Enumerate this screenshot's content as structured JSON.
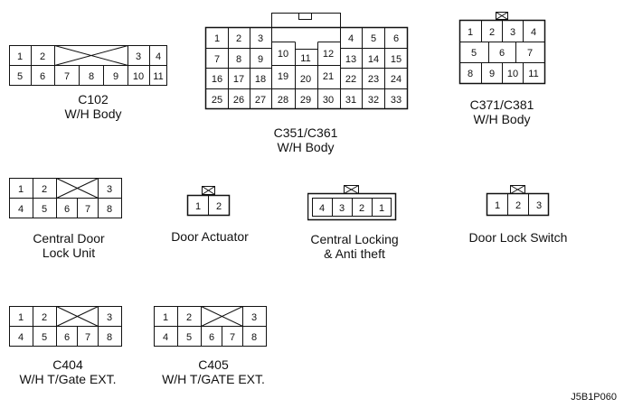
{
  "connectors": [
    {
      "id": "c102",
      "label": [
        "C102",
        "W/H Body"
      ],
      "pins": [
        "1",
        "2",
        "3",
        "4",
        "5",
        "6",
        "7",
        "8",
        "9",
        "10",
        "11"
      ]
    },
    {
      "id": "c351",
      "label": [
        "C351/C361",
        "W/H Body"
      ],
      "pins": [
        "1",
        "2",
        "3",
        "4",
        "5",
        "6",
        "7",
        "8",
        "9",
        "10",
        "11",
        "12",
        "13",
        "14",
        "15",
        "16",
        "17",
        "18",
        "19",
        "20",
        "21",
        "22",
        "23",
        "24",
        "25",
        "26",
        "27",
        "28",
        "29",
        "30",
        "31",
        "32",
        "33"
      ]
    },
    {
      "id": "c371",
      "label": [
        "C371/C381",
        "W/H Body"
      ],
      "pins": [
        "1",
        "2",
        "3",
        "4",
        "5",
        "6",
        "7",
        "8",
        "9",
        "10",
        "11"
      ]
    },
    {
      "id": "cdl",
      "label": [
        "Central Door",
        "Lock Unit"
      ],
      "pins": [
        "1",
        "2",
        "3",
        "4",
        "5",
        "6",
        "7",
        "8"
      ]
    },
    {
      "id": "act",
      "label": [
        "Door Actuator"
      ],
      "pins": [
        "1",
        "2"
      ]
    },
    {
      "id": "clat",
      "label": [
        "Central Locking",
        "& Anti theft"
      ],
      "pins": [
        "4",
        "3",
        "2",
        "1"
      ]
    },
    {
      "id": "dls",
      "label": [
        "Door Lock Switch"
      ],
      "pins": [
        "1",
        "2",
        "3"
      ]
    },
    {
      "id": "c404",
      "label": [
        "C404",
        "W/H T/Gate EXT."
      ],
      "pins": [
        "1",
        "2",
        "3",
        "4",
        "5",
        "6",
        "7",
        "8"
      ]
    },
    {
      "id": "c405",
      "label": [
        "C405",
        "W/H T/GATE EXT."
      ],
      "pins": [
        "1",
        "2",
        "3",
        "4",
        "5",
        "6",
        "7",
        "8"
      ]
    }
  ],
  "figure_code": "J5B1P060"
}
